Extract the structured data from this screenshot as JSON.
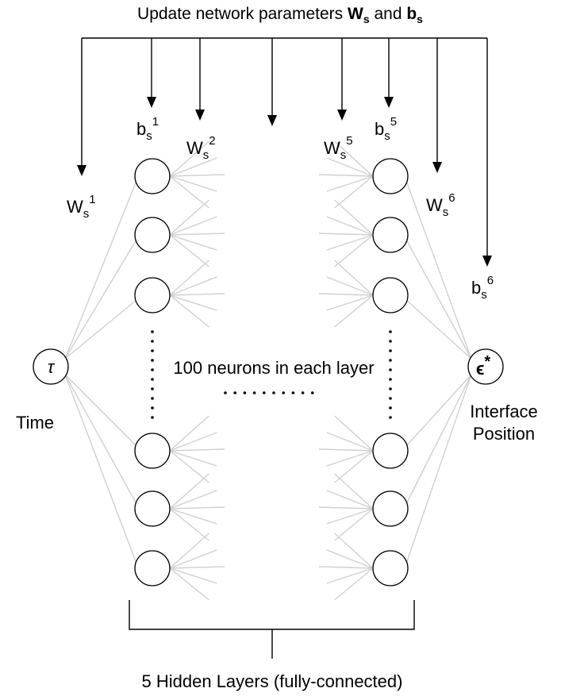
{
  "title": {
    "prefix": "Update network parameters ",
    "w_symbol": "W",
    "w_sub": "s",
    "and": " and ",
    "b_symbol": "b",
    "b_sub": "s"
  },
  "labels": {
    "ws1": {
      "base": "W",
      "sub": "s",
      "sup": "1"
    },
    "bs1": {
      "base": "b",
      "sub": "s",
      "sup": "1"
    },
    "ws2": {
      "base": "W",
      "sub": "s",
      "sup": "2"
    },
    "ws5": {
      "base": "W",
      "sub": "s",
      "sup": "5"
    },
    "bs5": {
      "base": "b",
      "sub": "s",
      "sup": "5"
    },
    "ws6": {
      "base": "W",
      "sub": "s",
      "sup": "6"
    },
    "bs6": {
      "base": "b",
      "sub": "s",
      "sup": "6"
    }
  },
  "input": {
    "symbol": "τ",
    "label": "Time"
  },
  "output": {
    "symbol": "ϵ",
    "star": "*",
    "label_line1": "Interface",
    "label_line2": "Position"
  },
  "middle_text": "100 neurons in each layer",
  "brace_label": "5 Hidden Layers (fully-connected)"
}
